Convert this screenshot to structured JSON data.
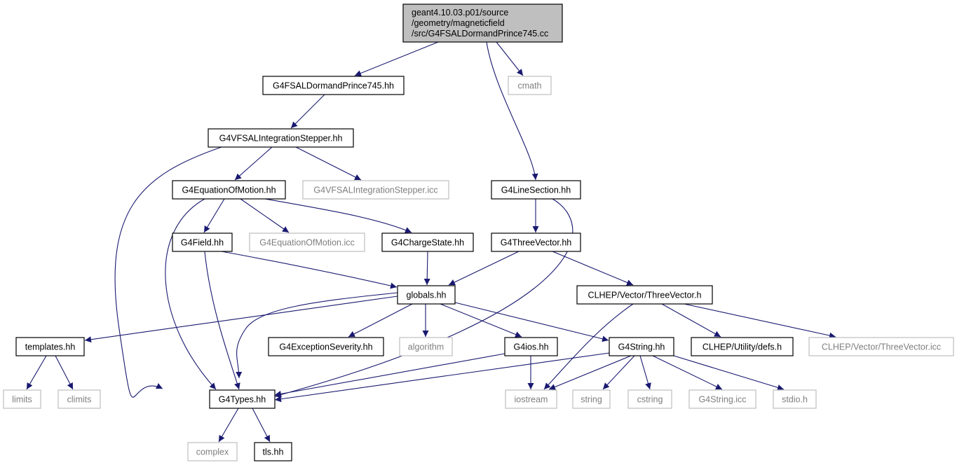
{
  "diagram": {
    "type": "include-dependency-graph",
    "root": {
      "lines": [
        "geant4.10.03.p01/source",
        "/geometry/magneticfield",
        "/src/G4FSALDormandPrince745.cc"
      ],
      "fill": "#bfbfbf"
    },
    "colors": {
      "edge": "#191970",
      "documented_border": "#000000",
      "external_border": "#bfbfbf",
      "external_text": "#7f7f7f"
    },
    "nodes": [
      {
        "id": "fsal_hh",
        "label": "G4FSALDormandPrince745.hh",
        "kind": "documented"
      },
      {
        "id": "cmath",
        "label": "cmath",
        "kind": "external"
      },
      {
        "id": "vfsal_hh",
        "label": "G4VFSALIntegrationStepper.hh",
        "kind": "documented"
      },
      {
        "id": "eqm_hh",
        "label": "G4EquationOfMotion.hh",
        "kind": "documented"
      },
      {
        "id": "vfsal_icc",
        "label": "G4VFSALIntegrationStepper.icc",
        "kind": "external"
      },
      {
        "id": "linesec_hh",
        "label": "G4LineSection.hh",
        "kind": "documented"
      },
      {
        "id": "field_hh",
        "label": "G4Field.hh",
        "kind": "documented"
      },
      {
        "id": "eqm_icc",
        "label": "G4EquationOfMotion.icc",
        "kind": "external"
      },
      {
        "id": "charge_hh",
        "label": "G4ChargeState.hh",
        "kind": "documented"
      },
      {
        "id": "threevec_hh",
        "label": "G4ThreeVector.hh",
        "kind": "documented"
      },
      {
        "id": "globals_hh",
        "label": "globals.hh",
        "kind": "documented"
      },
      {
        "id": "clhep_tv_h",
        "label": "CLHEP/Vector/ThreeVector.h",
        "kind": "documented"
      },
      {
        "id": "templates_hh",
        "label": "templates.hh",
        "kind": "documented"
      },
      {
        "id": "excsev_hh",
        "label": "G4ExceptionSeverity.hh",
        "kind": "documented"
      },
      {
        "id": "algorithm",
        "label": "algorithm",
        "kind": "external"
      },
      {
        "id": "g4ios_hh",
        "label": "G4ios.hh",
        "kind": "documented"
      },
      {
        "id": "g4string_hh",
        "label": "G4String.hh",
        "kind": "documented"
      },
      {
        "id": "clhep_defs_h",
        "label": "CLHEP/Utility/defs.h",
        "kind": "documented"
      },
      {
        "id": "clhep_tv_icc",
        "label": "CLHEP/Vector/ThreeVector.icc",
        "kind": "external"
      },
      {
        "id": "limits",
        "label": "limits",
        "kind": "external"
      },
      {
        "id": "climits",
        "label": "climits",
        "kind": "external"
      },
      {
        "id": "g4types_hh",
        "label": "G4Types.hh",
        "kind": "documented"
      },
      {
        "id": "iostream",
        "label": "iostream",
        "kind": "external"
      },
      {
        "id": "string",
        "label": "string",
        "kind": "external"
      },
      {
        "id": "cstring",
        "label": "cstring",
        "kind": "external"
      },
      {
        "id": "g4string_icc",
        "label": "G4String.icc",
        "kind": "external"
      },
      {
        "id": "stdio_h",
        "label": "stdio.h",
        "kind": "external"
      },
      {
        "id": "complex",
        "label": "complex",
        "kind": "external"
      },
      {
        "id": "tls_hh",
        "label": "tls.hh",
        "kind": "documented"
      }
    ],
    "edges": [
      [
        "root",
        "fsal_hh"
      ],
      [
        "root",
        "cmath"
      ],
      [
        "root",
        "linesec_hh"
      ],
      [
        "fsal_hh",
        "vfsal_hh"
      ],
      [
        "vfsal_hh",
        "eqm_hh"
      ],
      [
        "vfsal_hh",
        "vfsal_icc"
      ],
      [
        "vfsal_hh",
        "g4types_hh"
      ],
      [
        "eqm_hh",
        "field_hh"
      ],
      [
        "eqm_hh",
        "eqm_icc"
      ],
      [
        "eqm_hh",
        "charge_hh"
      ],
      [
        "eqm_hh",
        "g4types_hh"
      ],
      [
        "linesec_hh",
        "threevec_hh"
      ],
      [
        "linesec_hh",
        "g4types_hh"
      ],
      [
        "field_hh",
        "globals_hh"
      ],
      [
        "field_hh",
        "g4types_hh"
      ],
      [
        "charge_hh",
        "globals_hh"
      ],
      [
        "threevec_hh",
        "globals_hh"
      ],
      [
        "threevec_hh",
        "clhep_tv_h"
      ],
      [
        "globals_hh",
        "templates_hh"
      ],
      [
        "globals_hh",
        "excsev_hh"
      ],
      [
        "globals_hh",
        "algorithm"
      ],
      [
        "globals_hh",
        "g4ios_hh"
      ],
      [
        "globals_hh",
        "g4string_hh"
      ],
      [
        "globals_hh",
        "g4types_hh"
      ],
      [
        "clhep_tv_h",
        "iostream"
      ],
      [
        "clhep_tv_h",
        "clhep_defs_h"
      ],
      [
        "clhep_tv_h",
        "clhep_tv_icc"
      ],
      [
        "templates_hh",
        "limits"
      ],
      [
        "templates_hh",
        "climits"
      ],
      [
        "g4ios_hh",
        "g4types_hh"
      ],
      [
        "g4ios_hh",
        "iostream"
      ],
      [
        "g4string_hh",
        "g4types_hh"
      ],
      [
        "g4string_hh",
        "iostream"
      ],
      [
        "g4string_hh",
        "string"
      ],
      [
        "g4string_hh",
        "cstring"
      ],
      [
        "g4string_hh",
        "g4string_icc"
      ],
      [
        "g4string_hh",
        "stdio_h"
      ],
      [
        "g4types_hh",
        "complex"
      ],
      [
        "g4types_hh",
        "tls_hh"
      ]
    ]
  }
}
